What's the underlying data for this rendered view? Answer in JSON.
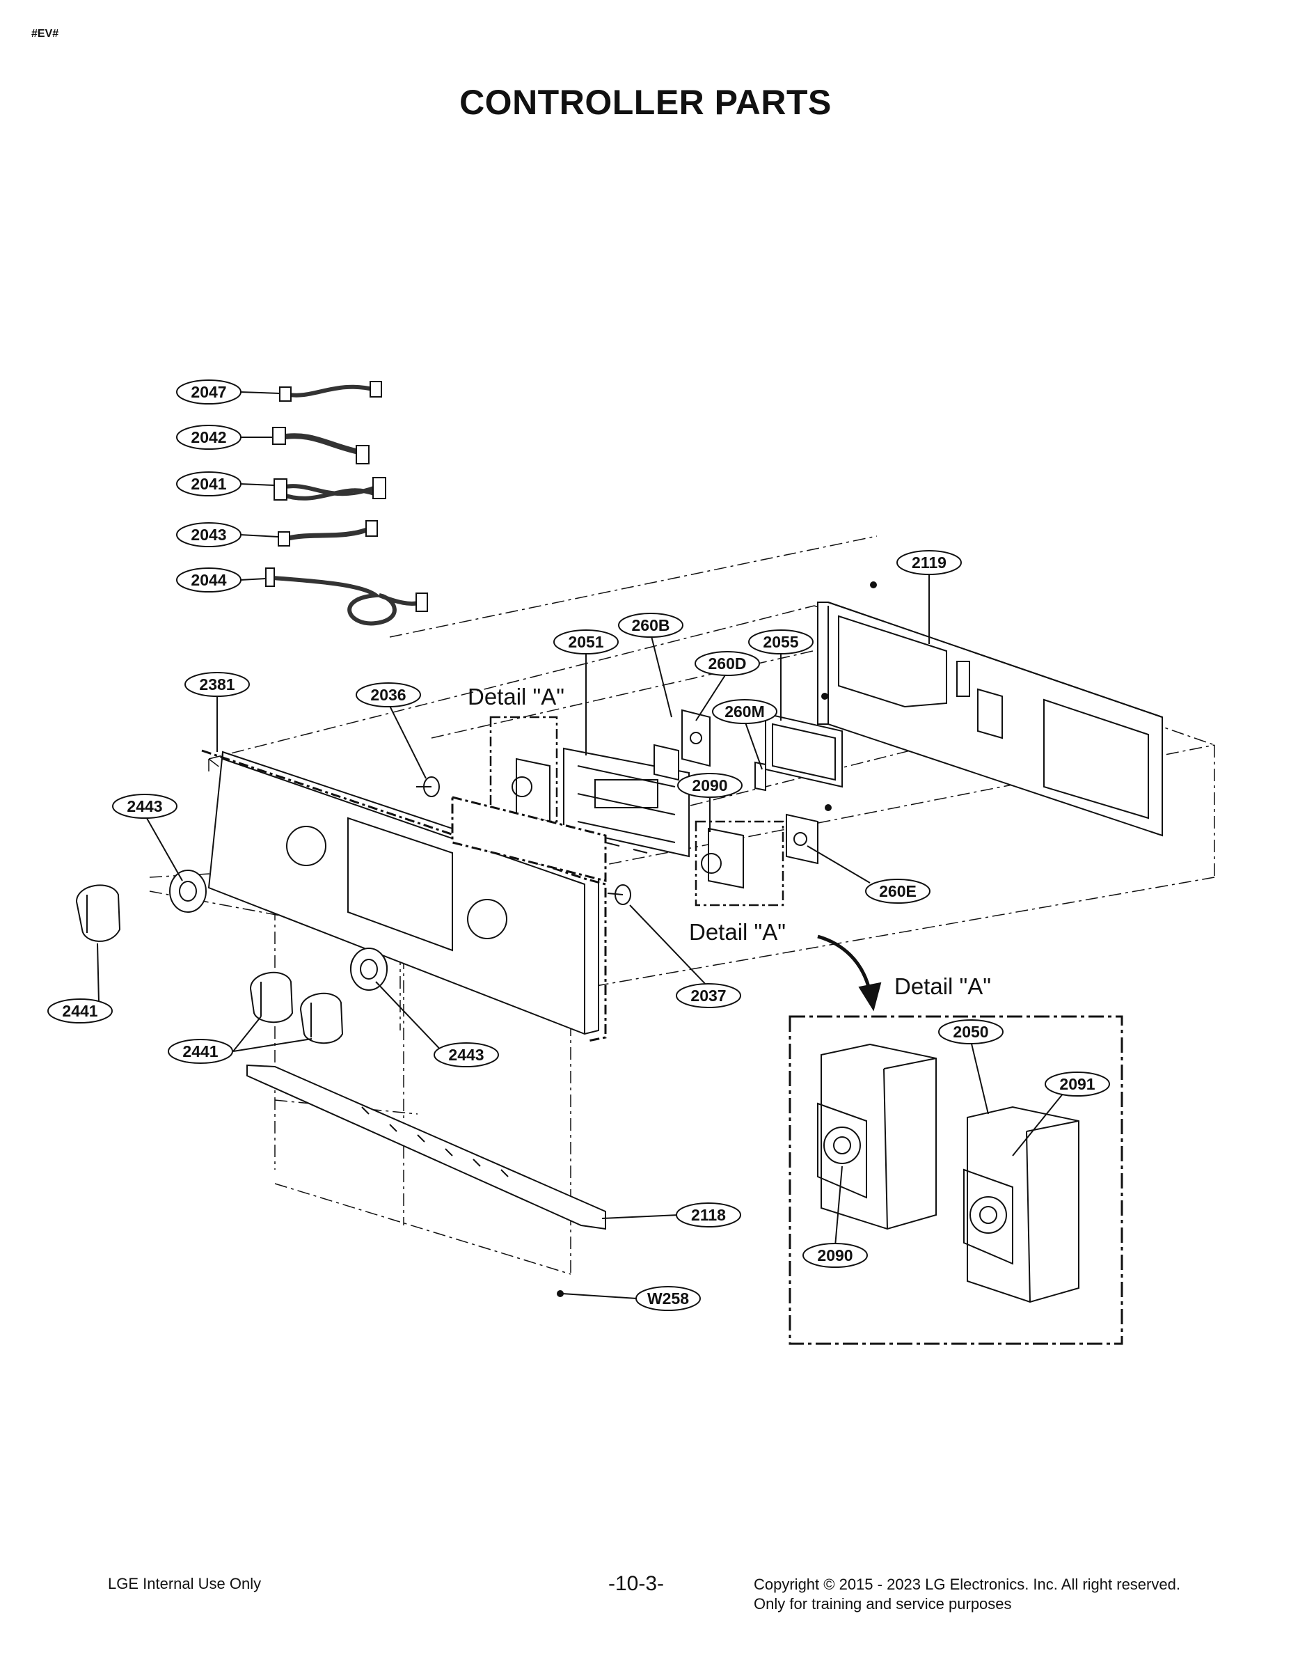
{
  "header": {
    "doc_code": "#EV#",
    "title": "CONTROLLER PARTS"
  },
  "callouts": [
    {
      "id": "c-2047",
      "label": "2047"
    },
    {
      "id": "c-2042",
      "label": "2042"
    },
    {
      "id": "c-2041",
      "label": "2041"
    },
    {
      "id": "c-2043",
      "label": "2043"
    },
    {
      "id": "c-2044",
      "label": "2044"
    },
    {
      "id": "c-2119",
      "label": "2119"
    },
    {
      "id": "c-2051",
      "label": "2051"
    },
    {
      "id": "c-260B",
      "label": "260B"
    },
    {
      "id": "c-2055",
      "label": "2055"
    },
    {
      "id": "c-260D",
      "label": "260D"
    },
    {
      "id": "c-2381",
      "label": "2381"
    },
    {
      "id": "c-2036",
      "label": "2036"
    },
    {
      "id": "c-260M",
      "label": "260M"
    },
    {
      "id": "c-2090a",
      "label": "2090"
    },
    {
      "id": "c-2443a",
      "label": "2443"
    },
    {
      "id": "c-260E",
      "label": "260E"
    },
    {
      "id": "c-2037",
      "label": "2037"
    },
    {
      "id": "c-2441a",
      "label": "2441"
    },
    {
      "id": "c-2441b",
      "label": "2441"
    },
    {
      "id": "c-2443b",
      "label": "2443"
    },
    {
      "id": "c-2050",
      "label": "2050"
    },
    {
      "id": "c-2091",
      "label": "2091"
    },
    {
      "id": "c-2118",
      "label": "2118"
    },
    {
      "id": "c-2090b",
      "label": "2090"
    },
    {
      "id": "c-W258",
      "label": "W258"
    }
  ],
  "detail_labels": [
    {
      "id": "d1",
      "label": "Detail \"A\""
    },
    {
      "id": "d2",
      "label": "Detail \"A\""
    },
    {
      "id": "d3",
      "label": "Detail \"A\""
    }
  ],
  "footer": {
    "left": "LGE Internal Use Only",
    "page": "-10-3-",
    "copyright": "Copyright © 2015 - 2023 LG Electronics. Inc. All right reserved.",
    "note": "Only for training and service purposes"
  }
}
